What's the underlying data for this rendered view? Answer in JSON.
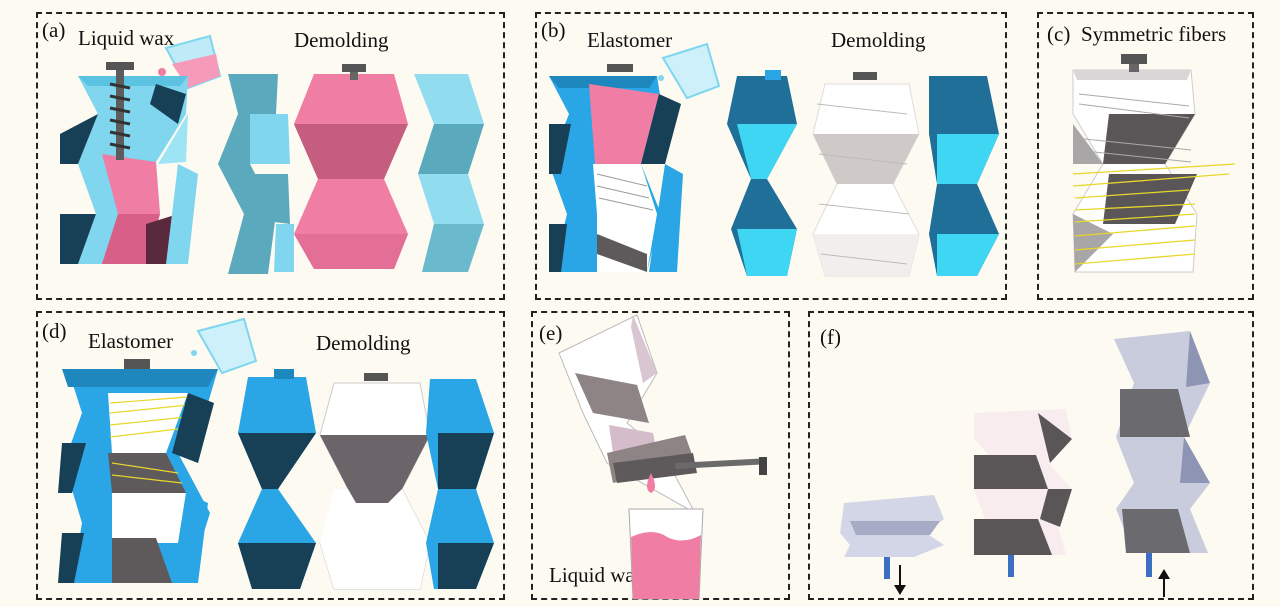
{
  "panels": {
    "a": {
      "tag": "(a)",
      "pour_label": "Liquid wax",
      "step_label": "Demolding"
    },
    "b": {
      "tag": "(b)",
      "pour_label": "Elastomer",
      "step_label": "Demolding"
    },
    "c": {
      "tag": "(c)",
      "title": "Symmetric fibers"
    },
    "d": {
      "tag": "(d)",
      "pour_label": "Elastomer",
      "step_label": "Demolding"
    },
    "e": {
      "tag": "(e)",
      "container_label": "Liquid wax"
    },
    "f": {
      "tag": "(f)"
    }
  },
  "colors": {
    "mold_light": "#7fd6ee",
    "mold_blue": "#2aa6e6",
    "mold_dark": "#173f55",
    "wax_pink": "#f07ea4",
    "wax_dark": "#5a2a3c",
    "elastomer_white": "#ffffff",
    "elastomer_gray": "#6b6468",
    "fiber_yellow": "#e8d72a",
    "background": "#fdfaf2"
  },
  "icons": [
    "screw-icon",
    "beaker-icon",
    "arrow-down-icon",
    "arrow-up-icon"
  ]
}
